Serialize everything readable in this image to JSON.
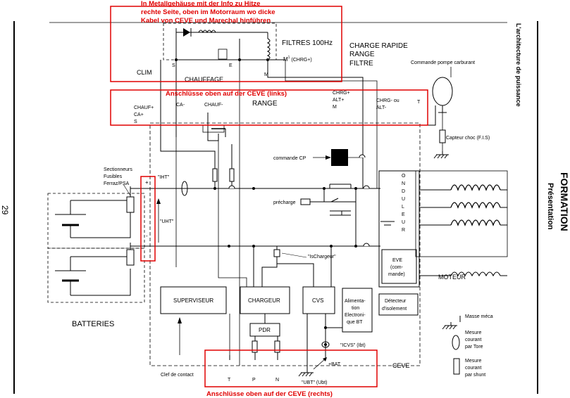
{
  "page_number": "29",
  "header_right": "L'architecture de puissance",
  "side_title": "FORMATION",
  "side_subtitle": "Présentation",
  "annotations": {
    "top_line1": "In Metallgehäuse mit der Info zu Hitze",
    "top_line2": "rechte Seite, oben im Motorraum wo dicke",
    "top_line3": "Kabel von CEVE und Marechal hinführen",
    "middle": "Anschlüsse oben auf der CEVE (links)",
    "bottom": "Anschlüsse oben auf der CEVE (rechts)"
  },
  "labels": {
    "filtres": "FILTRES 100Hz",
    "clim": "CLIM",
    "chauffage": "CHAUFFAGE",
    "s": "S",
    "e": "E",
    "m": "M",
    "m1": "M",
    "m1_sup": "1",
    "m1_suffix": " (CHRG+)",
    "charge1": "CHARGE RAPIDE",
    "charge2": "RANGE",
    "charge3": "FILTRE",
    "pompe": "Commande pompe carburant",
    "range": "RANGE",
    "chauf_plus": "CHAUF+",
    "ca_plus": "CA+",
    "s2": "S",
    "ca_minus": "CA-",
    "chauf_minus": "CHAUF-",
    "chrg_plus": "CHRG+",
    "alt_plus": "ALT+",
    "m2": "M",
    "chrg_minus": "CHRG- ou",
    "alt_minus": "ALT-",
    "t_top": "T",
    "capteur": "Capteur choc (F.I.S)",
    "commande_cp": "commande CP",
    "sect1": "Sectionneurs",
    "sect2": "Fusibles",
    "sect3": "Ferraz/PSA",
    "iht": "\"IHT\"",
    "uht": "\"UHT\"",
    "plus": "+",
    "minus": "-",
    "precharge": "précharge",
    "onduleur": [
      "O",
      "N",
      "D",
      "U",
      "L",
      "E",
      "U",
      "R"
    ],
    "ischargeur": "\"IsChargeur\"",
    "eve1": "EVE",
    "eve2": "(com-",
    "eve3": "mande)",
    "moteur": "MOTEUR",
    "superviseur": "SUPERVISEUR",
    "chargeur": "CHARGEUR",
    "cvs": "CVS",
    "alim": [
      "Alimenta-",
      "tion",
      "Electroni-",
      "que BT"
    ],
    "detecteur1": "Détecteur",
    "detecteur2": "d'isolement",
    "batteries": "BATTERIES",
    "pdr": "PDR",
    "icvs": "\"ICVS\" (Ibt)",
    "bat_plus": "+BAT",
    "ceve": "CEVE",
    "ubt": "\"UBT\" (Ubt)",
    "clef": "Clef de contact",
    "t_bottom": "T",
    "p_bottom": "P",
    "n_bottom": "N",
    "legend_masse": "Masse méca",
    "legend_tore": [
      "Mesure",
      "courant",
      "par Tore"
    ],
    "legend_shunt": [
      "Mesure",
      "courant",
      "par shunt"
    ]
  },
  "colors": {
    "annotation": "#e00000",
    "line": "#000000"
  }
}
